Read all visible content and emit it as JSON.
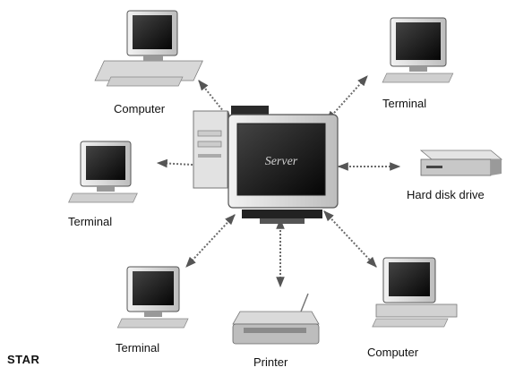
{
  "diagram": {
    "title": "STAR",
    "center": {
      "label": "Server"
    },
    "nodes": [
      {
        "id": "computer-top",
        "label": "Computer",
        "icon": "desktop-computer-icon"
      },
      {
        "id": "terminal-top",
        "label": "Terminal",
        "icon": "terminal-icon"
      },
      {
        "id": "terminal-left",
        "label": "Terminal",
        "icon": "terminal-icon"
      },
      {
        "id": "hard-disk",
        "label": "Hard disk drive",
        "icon": "hard-disk-drive-icon"
      },
      {
        "id": "terminal-bottom",
        "label": "Terminal",
        "icon": "terminal-icon"
      },
      {
        "id": "printer",
        "label": "Printer",
        "icon": "printer-icon"
      },
      {
        "id": "computer-bottom",
        "label": "Computer",
        "icon": "desktop-computer-icon"
      }
    ],
    "connection": "double-headed arrow"
  }
}
